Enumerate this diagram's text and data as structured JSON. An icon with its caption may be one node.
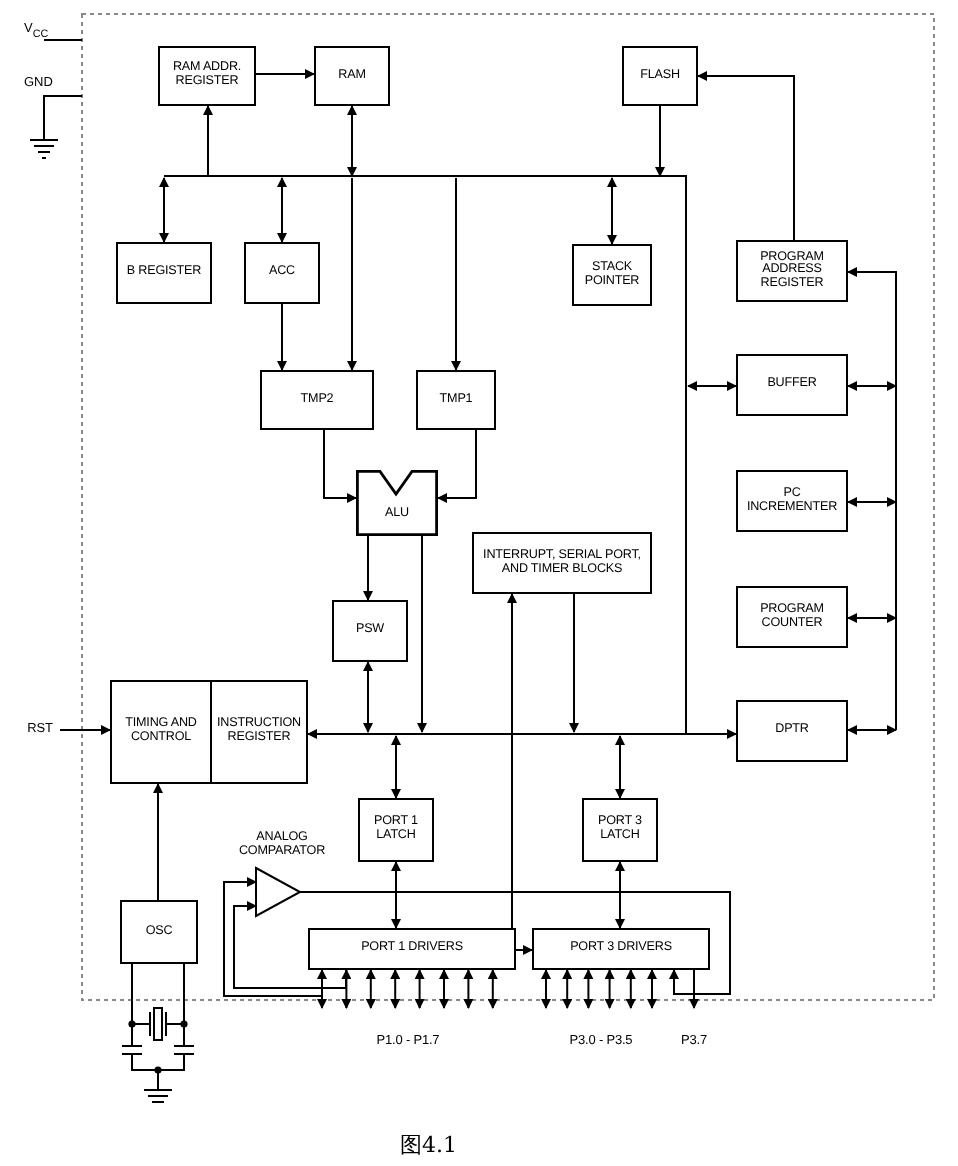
{
  "diagram": {
    "caption": "图4.1",
    "nodes": [
      {
        "text": [
          "RAM ADDR. REGISTER"
        ]
      },
      {
        "text": [
          "RAM"
        ]
      },
      {
        "text": [
          "FLASH"
        ]
      },
      {
        "text": [
          "B REGISTER"
        ]
      },
      {
        "text": [
          "ACC"
        ]
      },
      {
        "text": [
          "STACK POINTER"
        ]
      },
      {
        "text": [
          "PROGRAM ADDRESS REGISTER"
        ]
      },
      {
        "text": [
          "TMP2"
        ]
      },
      {
        "text": [
          "TMP1"
        ]
      },
      {
        "text": [
          "BUFFER"
        ]
      },
      {
        "text": [
          "ALU"
        ]
      },
      {
        "text": [
          "PC INCREMENTER"
        ]
      },
      {
        "text": [
          "INTERRUPT, SERIAL PORT, AND TIMER BLOCKS"
        ]
      },
      {
        "text": [
          "PSW"
        ]
      },
      {
        "text": [
          "PROGRAM COUNTER"
        ]
      },
      {
        "text": [
          "RST"
        ]
      },
      {
        "text": [
          "TIMING AND CONTROL"
        ]
      },
      {
        "text": [
          "INSTRUCTION REGISTER"
        ]
      },
      {
        "text": [
          "DPTR"
        ]
      },
      {
        "text": [
          "PORT 1 LATCH"
        ]
      },
      {
        "text": [
          "PORT 3 LATCH"
        ]
      },
      {
        "text": [
          "ANALOG COMPARATOR"
        ]
      },
      {
        "text": [
          "OSC"
        ]
      },
      {
        "text": [
          "PORT 1 DRIVERS"
        ]
      },
      {
        "text": [
          "PORT 3 DRIVERS"
        ]
      },
      {
        "text": [
          "P1.0 - P1.7"
        ]
      },
      {
        "text": [
          "P3.0 - P3.5"
        ]
      },
      {
        "text": [
          "P3.7"
        ]
      }
    ],
    "edges": [
      {
        "from": 0,
        "to": 1,
        "arrow": "to"
      },
      {
        "from": null,
        "to": 0,
        "arrow": "to"
      },
      {
        "from": 1,
        "to": null,
        "arrow": "both"
      },
      {
        "from": 2,
        "to": null,
        "arrow": "to"
      },
      {
        "from": 3,
        "to": null,
        "arrow": "both"
      },
      {
        "from": 4,
        "to": null,
        "arrow": "both"
      },
      {
        "from": 4,
        "to": 7,
        "arrow": "to"
      },
      {
        "from": null,
        "to": 7,
        "arrow": "to"
      },
      {
        "from": null,
        "to": 8,
        "arrow": "to"
      },
      {
        "from": 5,
        "to": null,
        "arrow": "both"
      },
      {
        "from": 7,
        "to": 10,
        "arrow": "to"
      },
      {
        "from": 8,
        "to": 10,
        "arrow": "to"
      },
      {
        "from": 10,
        "to": 13,
        "arrow": "to"
      },
      {
        "from": 13,
        "to": null,
        "arrow": "both"
      },
      {
        "from": 10,
        "to": null,
        "arrow": "to"
      },
      {
        "from": 12,
        "to": null,
        "arrow": "to"
      },
      {
        "from": 12,
        "to": 24,
        "arrow": "both"
      },
      {
        "from": null,
        "to": 17,
        "arrow": "to"
      },
      {
        "from": null,
        "to": 18,
        "arrow": "to"
      },
      {
        "from": 19,
        "to": null,
        "arrow": "both"
      },
      {
        "from": 19,
        "to": 23,
        "arrow": "both"
      },
      {
        "from": 20,
        "to": null,
        "arrow": "both"
      },
      {
        "from": 20,
        "to": 24,
        "arrow": "both"
      },
      {
        "from": null,
        "to": 9,
        "arrow": "both"
      },
      {
        "from": 9,
        "to": null,
        "arrow": "both"
      },
      {
        "from": 11,
        "to": null,
        "arrow": "both"
      },
      {
        "from": 14,
        "to": null,
        "arrow": "both"
      },
      {
        "from": 18,
        "to": null,
        "arrow": "both"
      },
      {
        "from": null,
        "to": 6,
        "arrow": "to"
      },
      {
        "from": 6,
        "to": 2,
        "arrow": "to"
      },
      {
        "from": 22,
        "to": 16,
        "arrow": "to"
      },
      {
        "from": 15,
        "to": 16,
        "arrow": "to"
      },
      {
        "from": 21,
        "to": 24,
        "arrow": "to"
      },
      {
        "from": 23,
        "to": 21,
        "arrow": "to"
      },
      {
        "from": 23,
        "to": 21,
        "arrow": "to"
      },
      {
        "from": 23,
        "to": 25,
        "arrow": "both"
      },
      {
        "from": 23,
        "to": 25,
        "arrow": "both"
      },
      {
        "from": 23,
        "to": 25,
        "arrow": "both"
      },
      {
        "from": 23,
        "to": 25,
        "arrow": "both"
      },
      {
        "from": 23,
        "to": 25,
        "arrow": "both"
      },
      {
        "from": 23,
        "to": 25,
        "arrow": "both"
      },
      {
        "from": 23,
        "to": 25,
        "arrow": "both"
      },
      {
        "from": 23,
        "to": 25,
        "arrow": "both"
      },
      {
        "from": 24,
        "to": 26,
        "arrow": "both"
      },
      {
        "from": 24,
        "to": 26,
        "arrow": "both"
      },
      {
        "from": 24,
        "to": 26,
        "arrow": "both"
      },
      {
        "from": 24,
        "to": 26,
        "arrow": "both"
      },
      {
        "from": 24,
        "to": 26,
        "arrow": "both"
      },
      {
        "from": 24,
        "to": 26,
        "arrow": "both"
      },
      {
        "from": 24,
        "to": 27,
        "arrow": "to"
      }
    ],
    "labels": [
      "V$_{CC}$",
      "GND"
    ]
  }
}
